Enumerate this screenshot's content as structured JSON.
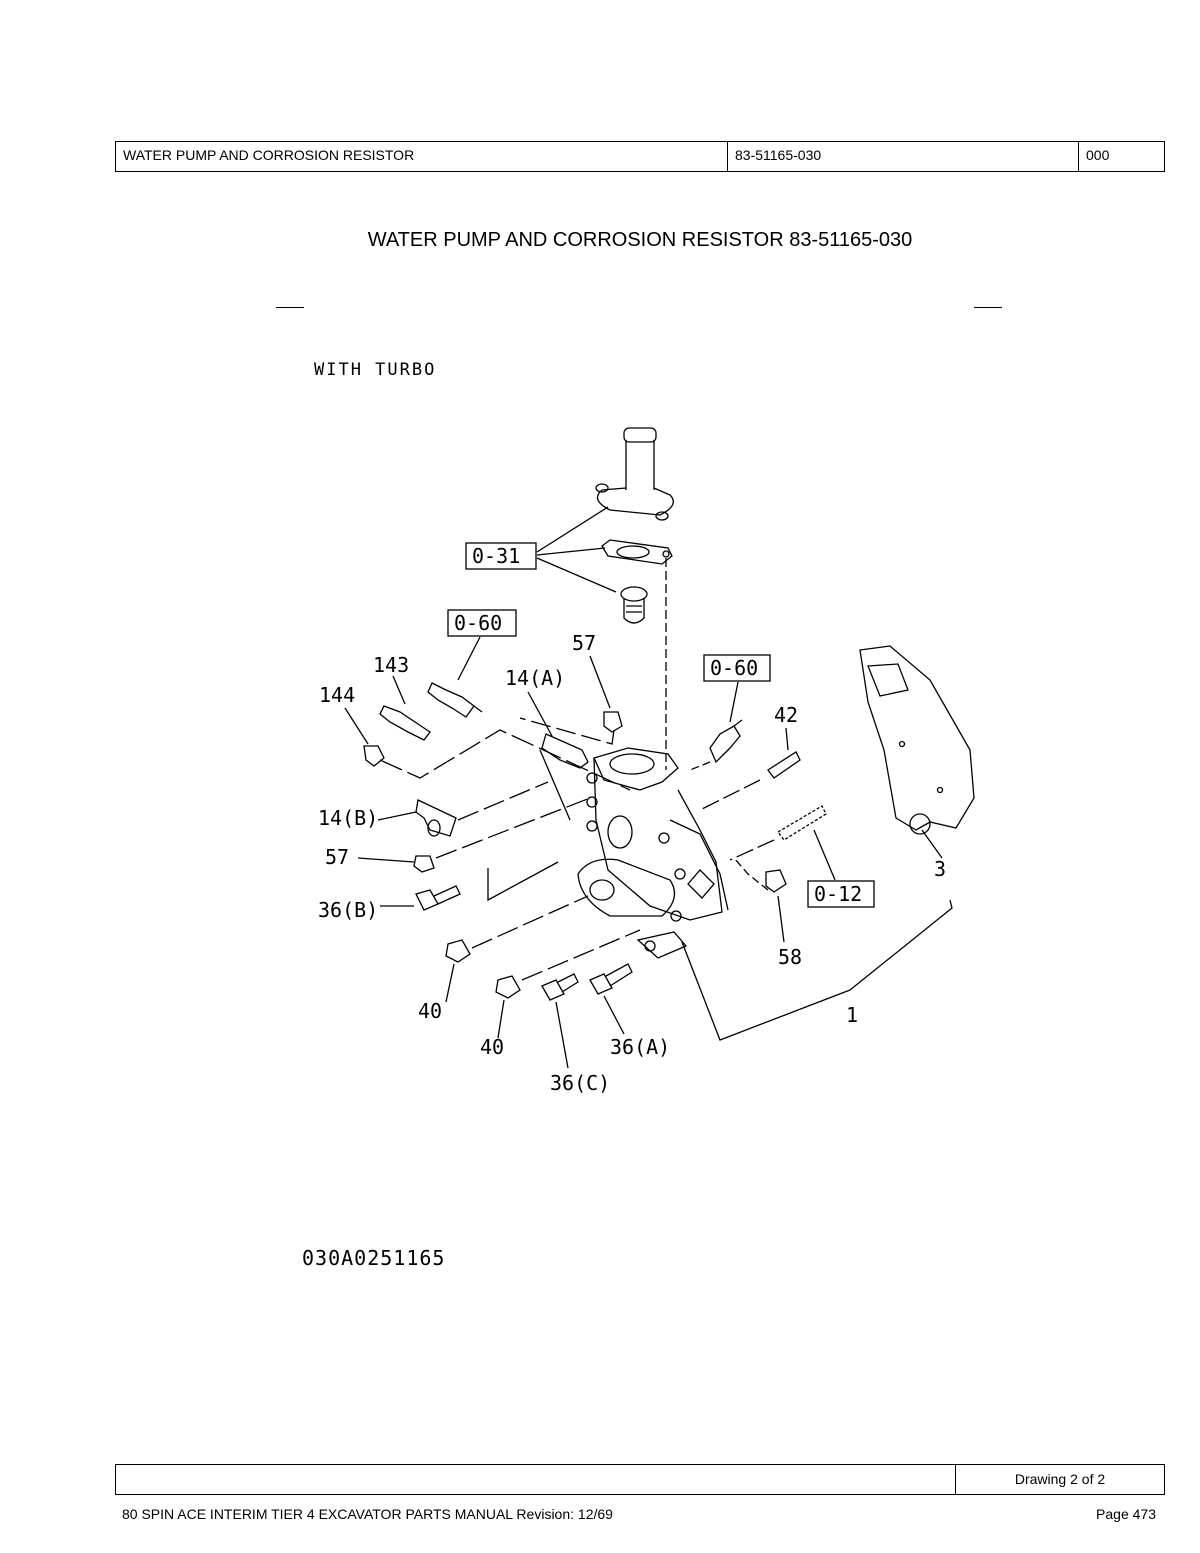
{
  "header": {
    "title": "WATER PUMP AND CORROSION RESISTOR",
    "part_number": "83-51165-030",
    "code": "000"
  },
  "page_title": "WATER PUMP AND CORROSION RESISTOR  83-51165-030",
  "drawing": {
    "note": "WITH TURBO",
    "drawing_id": "030A0251165",
    "callouts": {
      "c031": "0-31",
      "c060a": "0-60",
      "c060b": "0-60",
      "c012": "0-12",
      "n143": "143",
      "n144": "144",
      "n57a": "57",
      "n14a": "14(A)",
      "n42": "42",
      "n14b": "14(B)",
      "n57b": "57",
      "n36b": "36(B)",
      "n3": "3",
      "n58": "58",
      "n40a": "40",
      "n40b": "40",
      "n36a": "36(A)",
      "n36c": "36(C)",
      "n1": "1"
    }
  },
  "footer": {
    "drawing_label": "Drawing 2 of 2",
    "manual": "80 SPIN ACE INTERIM TIER 4 EXCAVATOR PARTS MANUAL Revision: 12/69",
    "page": "Page 473"
  }
}
